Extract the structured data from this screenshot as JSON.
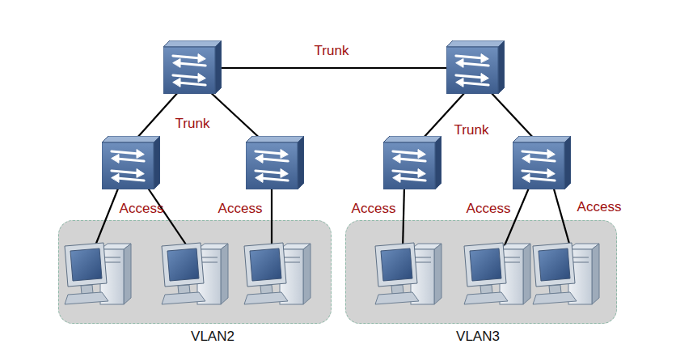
{
  "diagram": {
    "nodes": [
      {
        "text": [
          "VLAN2"
        ]
      },
      {
        "text": [
          "VLAN3"
        ]
      }
    ],
    "labels": [
      "Trunk",
      "Trunk",
      "Trunk",
      "Access",
      "Access",
      "Access",
      "Access",
      "Access"
    ]
  }
}
